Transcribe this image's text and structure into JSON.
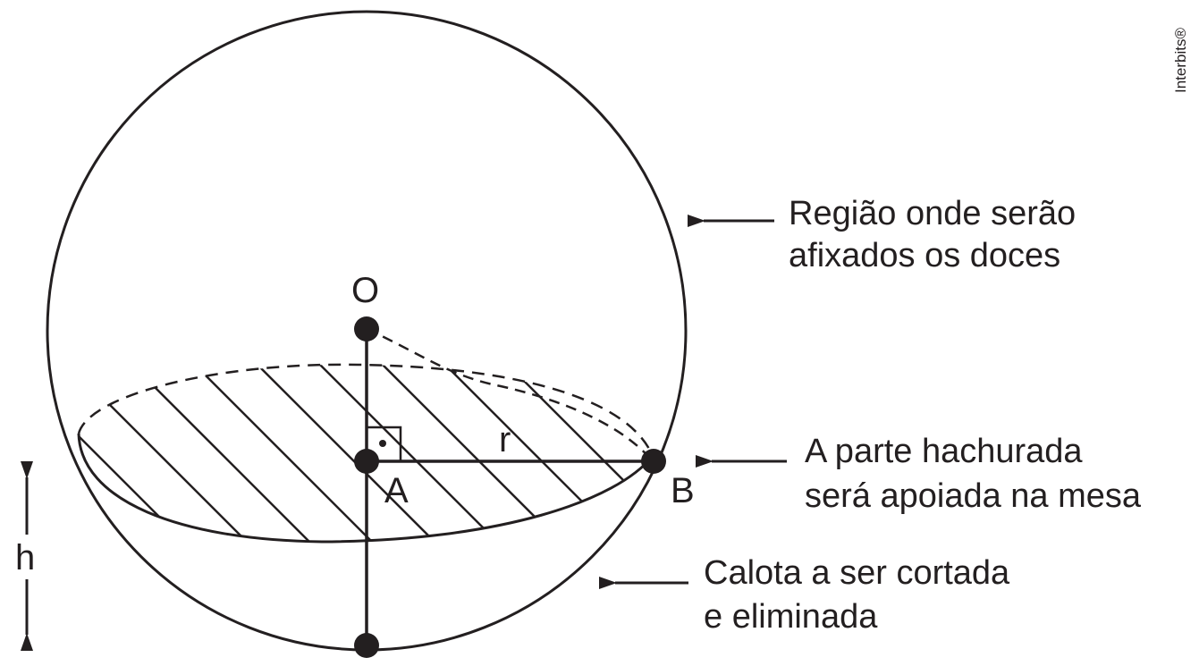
{
  "labels": {
    "point_o": "O",
    "point_a": "A",
    "point_b": "B",
    "radius": "r",
    "height": "h"
  },
  "annotations": {
    "region_line1": "Região onde serão",
    "region_line2": "afixados os doces",
    "hatched_line1": "A parte hachurada",
    "hatched_line2": "será apoiada na mesa",
    "cap_line1": "Calota a ser cortada",
    "cap_line2": "e eliminada"
  },
  "credit": "Interbits®",
  "colors": {
    "ink": "#231f20",
    "background": "#ffffff"
  }
}
